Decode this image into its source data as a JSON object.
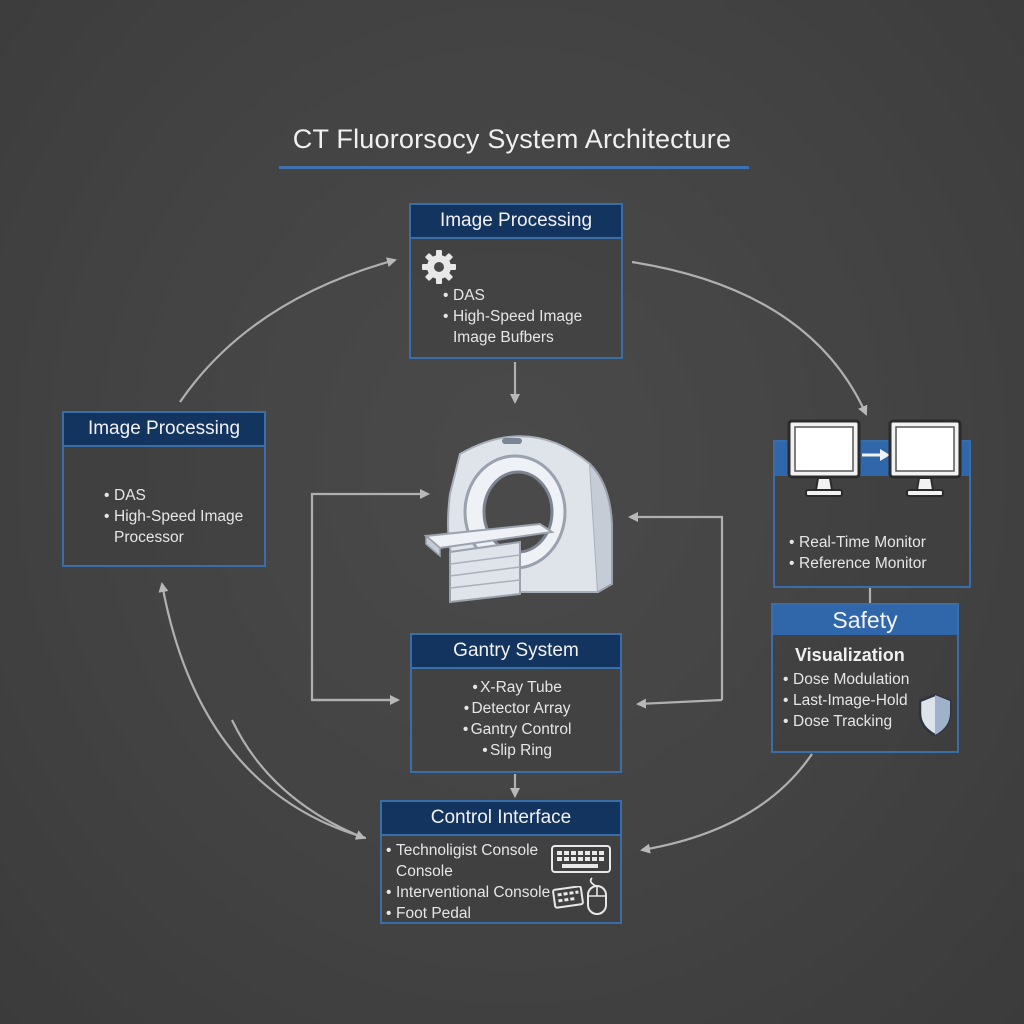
{
  "title": "CT Fluororsocy System Architecture",
  "top_box": {
    "header": "Image Processing",
    "items": [
      "DAS",
      "High-Speed Image",
      "Image Bufbers"
    ]
  },
  "left_box": {
    "header": "Image Processing",
    "items": [
      "DAS",
      "High-Speed Image",
      "Processor"
    ]
  },
  "gantry_box": {
    "header": "Gantry System",
    "items": [
      "X-Ray Tube",
      "Detector Array",
      "Gantry Control",
      "Slip Ring"
    ]
  },
  "control_box": {
    "header": "Control Interface",
    "items": [
      "Technoligist Console",
      "Console",
      "Interventional Console",
      "Foot Pedal"
    ]
  },
  "monitor_box": {
    "items": [
      "Real-Time Monitor",
      "Reference Monitor"
    ]
  },
  "safety_box": {
    "header": "Safety",
    "subheader": "Visualization",
    "items": [
      "Dose Modulation",
      "Last-Image-Hold",
      "Dose Tracking"
    ]
  },
  "icons": [
    "gear-icon",
    "ct-scanner-icon",
    "monitor-icon",
    "arrow-right-icon",
    "keyboard-icon",
    "mouse-icon",
    "shield-icon"
  ],
  "colors": {
    "background": "#444444",
    "header_fill": "#13345f",
    "border": "#3a6ea8",
    "safety_header": "#2f67aa",
    "arrow": "#b8b8b8"
  }
}
